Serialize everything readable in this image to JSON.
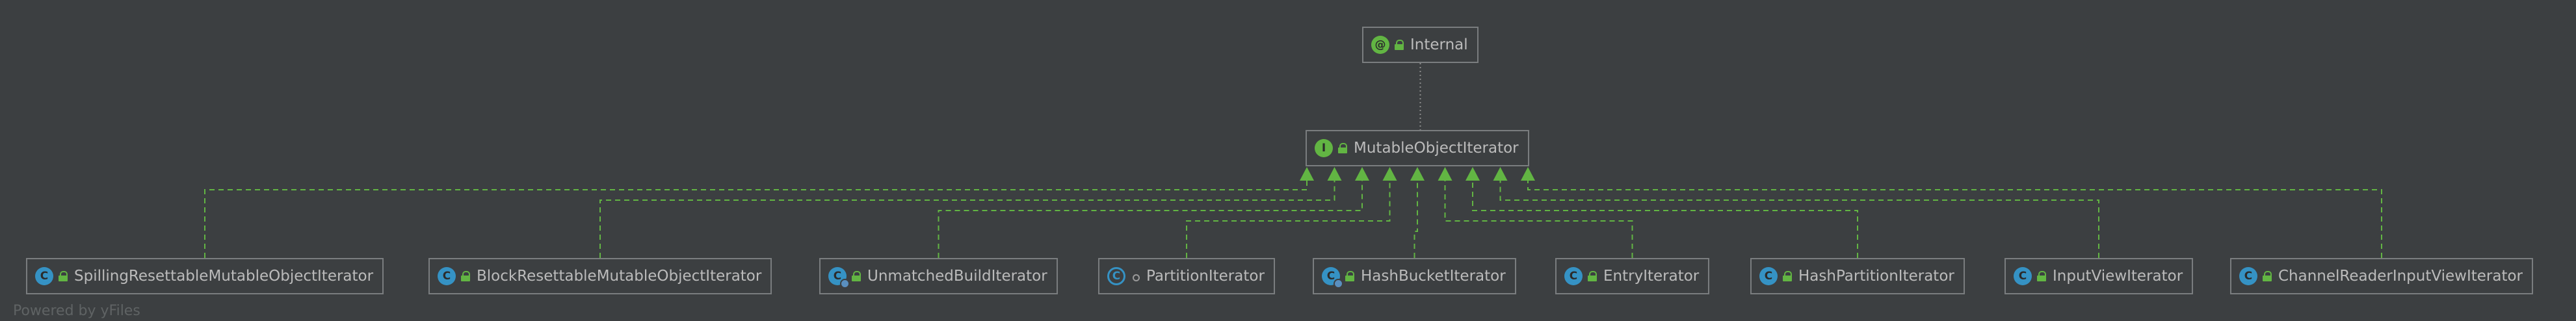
{
  "diagram": {
    "top_node": {
      "name": "Internal",
      "kind": "annotation",
      "kind_letter": "@",
      "visibility": "public"
    },
    "middle_node": {
      "name": "MutableObjectIterator",
      "kind": "interface",
      "kind_letter": "I",
      "visibility": "public"
    },
    "implementations": [
      {
        "name": "SpillingResettableMutableObjectIterator",
        "kind": "class",
        "kind_letter": "C",
        "visibility": "public"
      },
      {
        "name": "BlockResettableMutableObjectIterator",
        "kind": "class",
        "kind_letter": "C",
        "visibility": "public"
      },
      {
        "name": "UnmatchedBuildIterator",
        "kind": "class",
        "kind_letter": "C",
        "visibility": "public",
        "inner": true
      },
      {
        "name": "PartitionIterator",
        "kind": "class",
        "kind_letter": "C",
        "visibility": "package",
        "abstract": true
      },
      {
        "name": "HashBucketIterator",
        "kind": "class",
        "kind_letter": "C",
        "visibility": "public",
        "inner": true
      },
      {
        "name": "EntryIterator",
        "kind": "class",
        "kind_letter": "C",
        "visibility": "public"
      },
      {
        "name": "HashPartitionIterator",
        "kind": "class",
        "kind_letter": "C",
        "visibility": "public"
      },
      {
        "name": "InputViewIterator",
        "kind": "class",
        "kind_letter": "C",
        "visibility": "public"
      },
      {
        "name": "ChannelReaderInputViewIterator",
        "kind": "class",
        "kind_letter": "C",
        "visibility": "public"
      }
    ],
    "edges": {
      "annotation_edge_color": "#8c8c8c",
      "implements_edge_color": "#62b543"
    }
  },
  "watermark": "Powered by yFiles",
  "colors": {
    "background": "#3c3f41",
    "class_icon": "#3592c4",
    "interface_icon": "#62b543",
    "text": "#bbbbbb",
    "border": "#7a7d7f"
  }
}
